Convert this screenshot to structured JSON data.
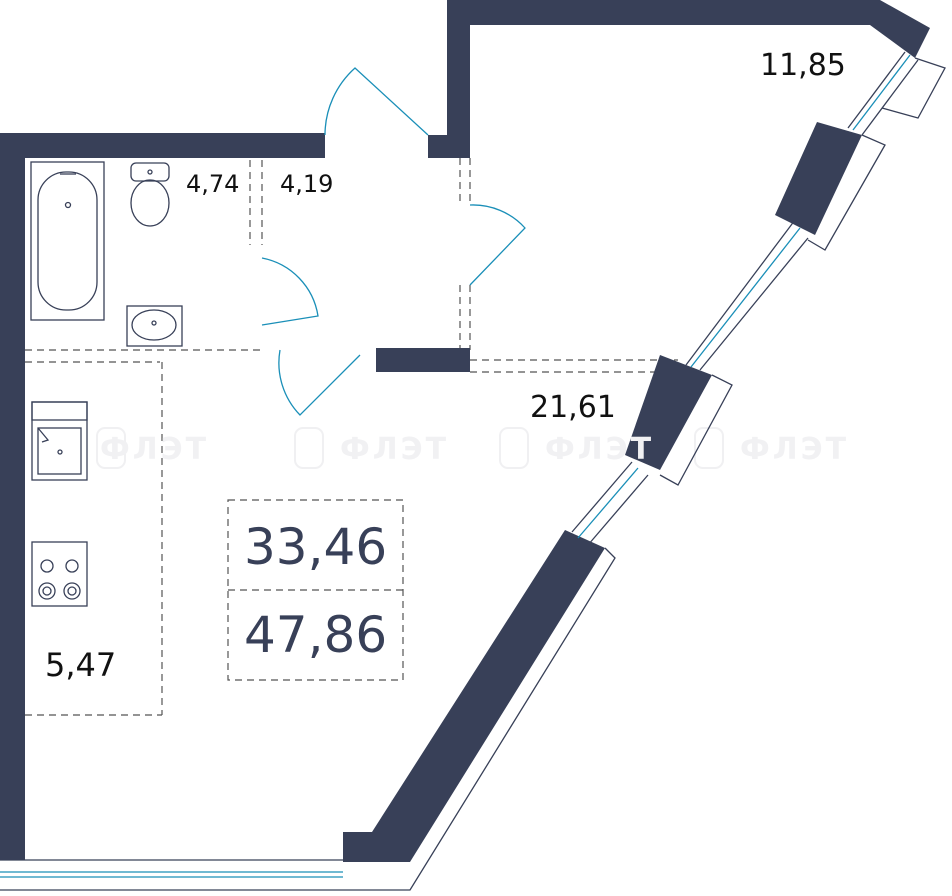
{
  "plan": {
    "areas": {
      "bathroom": "4,74",
      "hallway": "4,19",
      "loggia": "11,85",
      "living_room": "21,61",
      "kitchen": "5,47",
      "living_area_total": "33,46",
      "total_area": "47,86"
    },
    "watermark": "ФЛЭТ",
    "colors": {
      "wall": "#384058",
      "glass": "#1a8fb8",
      "door": "#1a8fb8"
    }
  }
}
